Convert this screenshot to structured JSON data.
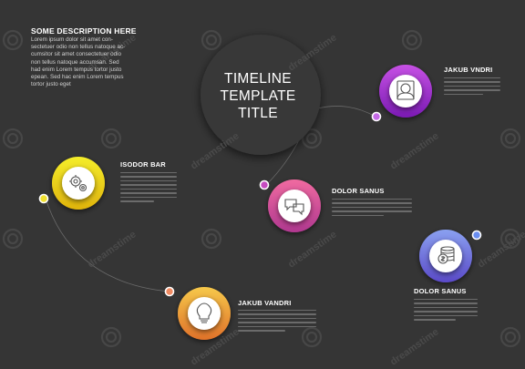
{
  "intro": {
    "title": "SOME DESCRIPTION HERE",
    "body": "Lorem ipsum dolor sit amet con- sectetuer odio non tellus natoque ac- cumsitor sit amet consectetuer odio non tellus natoque accumsan. Sed had enim Lorem tempus tortor justo epean. Sed hac enim Lorem tempus tortor justo eget"
  },
  "center_title": [
    "TIMELINE",
    "TEMPLATE",
    "TITLE"
  ],
  "items": [
    {
      "id": "jakub-top",
      "label": "JAKUB VNDRI",
      "icon": "user-icon",
      "color_top": "#c651e4",
      "color_bottom": "#7a1ab3"
    },
    {
      "id": "isodor",
      "label": "ISODOR BAR",
      "icon": "gears-icon",
      "color_top": "#f4ed2a",
      "color_bottom": "#e0b40d"
    },
    {
      "id": "dolor-mid",
      "label": "DOLOR SANUS",
      "icon": "chat-icon",
      "color_top": "#f06aa0",
      "color_bottom": "#b03890"
    },
    {
      "id": "dolor-right",
      "label": "DOLOR SANUS",
      "icon": "coins-icon",
      "color_top": "#8aa0f0",
      "color_bottom": "#5a4ac8"
    },
    {
      "id": "jakub-bottom",
      "label": "JAKUB VANDRI",
      "icon": "lightbulb-icon",
      "color_top": "#f6c84a",
      "color_bottom": "#e0722a"
    }
  ],
  "watermark": "dreamstime",
  "colors": {
    "background": "#353535",
    "connector": "#6a6a6a"
  }
}
